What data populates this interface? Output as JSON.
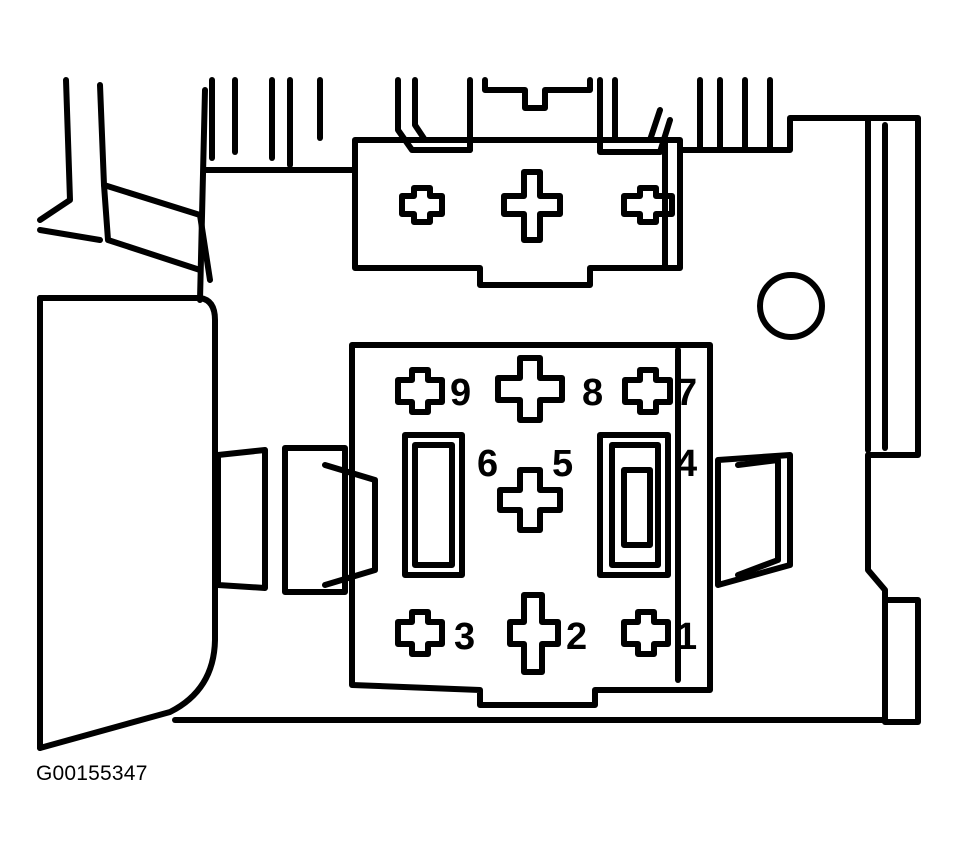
{
  "figure_id": "G00155347",
  "pin_labels": {
    "p1": "1",
    "p2": "2",
    "p3": "3",
    "p4": "4",
    "p5": "5",
    "p6": "6",
    "p7": "7",
    "p8": "8",
    "p9": "9"
  }
}
